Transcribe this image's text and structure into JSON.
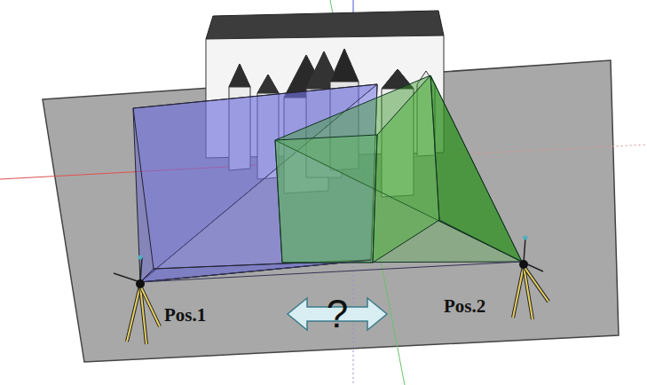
{
  "diagram": {
    "nodes": [
      {
        "text": [
          "?"
        ]
      }
    ],
    "labels": [
      "Pos.1",
      "Pos.2"
    ]
  }
}
